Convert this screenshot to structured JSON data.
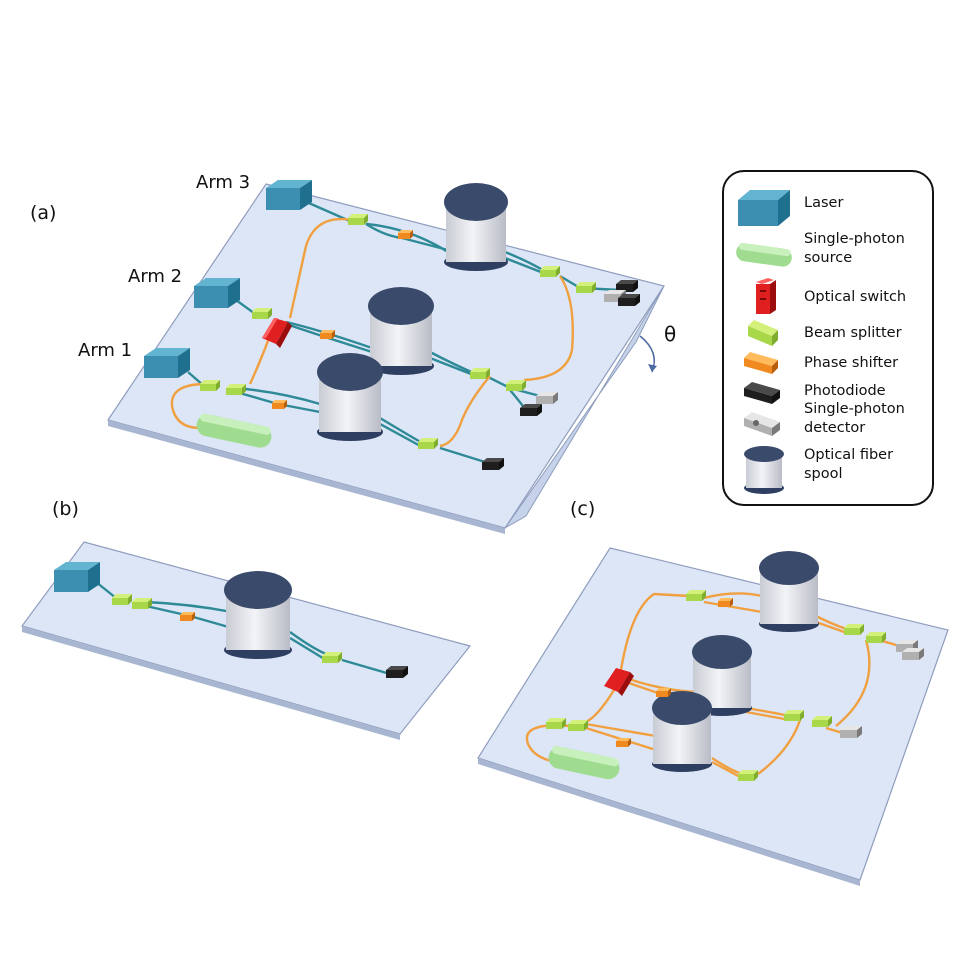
{
  "panels": {
    "a": "(a)",
    "b": "(b)",
    "c": "(c)"
  },
  "arms": {
    "arm1": "Arm 1",
    "arm2": "Arm 2",
    "arm3": "Arm 3"
  },
  "angle_label": "θ",
  "legend": [
    {
      "icon": "laser",
      "label": "Laser"
    },
    {
      "icon": "single-photon-source",
      "label": "Single-photon\nsource"
    },
    {
      "icon": "optical-switch",
      "label": "Optical switch"
    },
    {
      "icon": "beam-splitter",
      "label": "Beam splitter"
    },
    {
      "icon": "phase-shifter",
      "label": "Phase shifter"
    },
    {
      "icon": "photodiode",
      "label": "Photodiode"
    },
    {
      "icon": "single-photon-detector",
      "label": "Single-photon\ndetector"
    },
    {
      "icon": "optical-fiber-spool",
      "label": "Optical fiber\nspool"
    }
  ],
  "colors": {
    "plate": "#dde6f6",
    "plate_edge": "#8e9dbd",
    "laser": "#3c8fb0",
    "fiber_blue": "#2f8a98",
    "fiber_orange": "#f0a040",
    "switch": "#e02020",
    "splitter": "#a8d84a",
    "phase_shifter": "#f08a20",
    "photodiode": "#2a2a2a",
    "detector": "#b0b0b0",
    "source": "#9fdc90",
    "spool_side": "#e2e4ea",
    "spool_top": "#3a4a6a"
  }
}
